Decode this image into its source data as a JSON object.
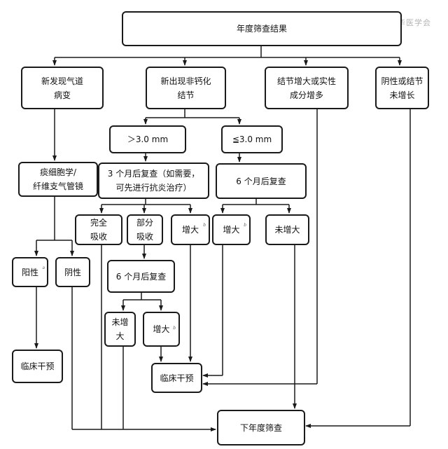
{
  "watermark": "中华医学会",
  "nodes": {
    "annual_result": "年度筛查结果",
    "new_airway": "新发现气道\n病变",
    "new_noncalc": "新出现非钙化\n结节",
    "growth_solid": "结节增大或实性\n成分增多",
    "negative_stable": "阴性或结节\n未增长",
    "gt3": "＞3.0 mm",
    "le3": "≦3.0 mm",
    "sputum_bronch": "痰细胞学/\n纤维支气管镜",
    "recheck_3m": "3 个月后复查（如需要，\n可先进行抗炎治疗）",
    "recheck_6m_a": "6 个月后复查",
    "complete_absorb": "完全\n吸收",
    "partial_absorb": "部分\n吸收",
    "enlarged_a": "增大",
    "enlarged_b": "增大",
    "not_enlarged_a": "未增大",
    "positive": "阳性",
    "negative": "阴性",
    "recheck_6m_b": "6 个月后复查",
    "not_enlarged_b": "未增\n大",
    "enlarged_c": "增大",
    "clinical_a": "临床干预",
    "clinical_b": "临床干预",
    "next_year": "下年度筛查"
  },
  "footnote_mark_a": "a",
  "footnote_mark_b": "b"
}
